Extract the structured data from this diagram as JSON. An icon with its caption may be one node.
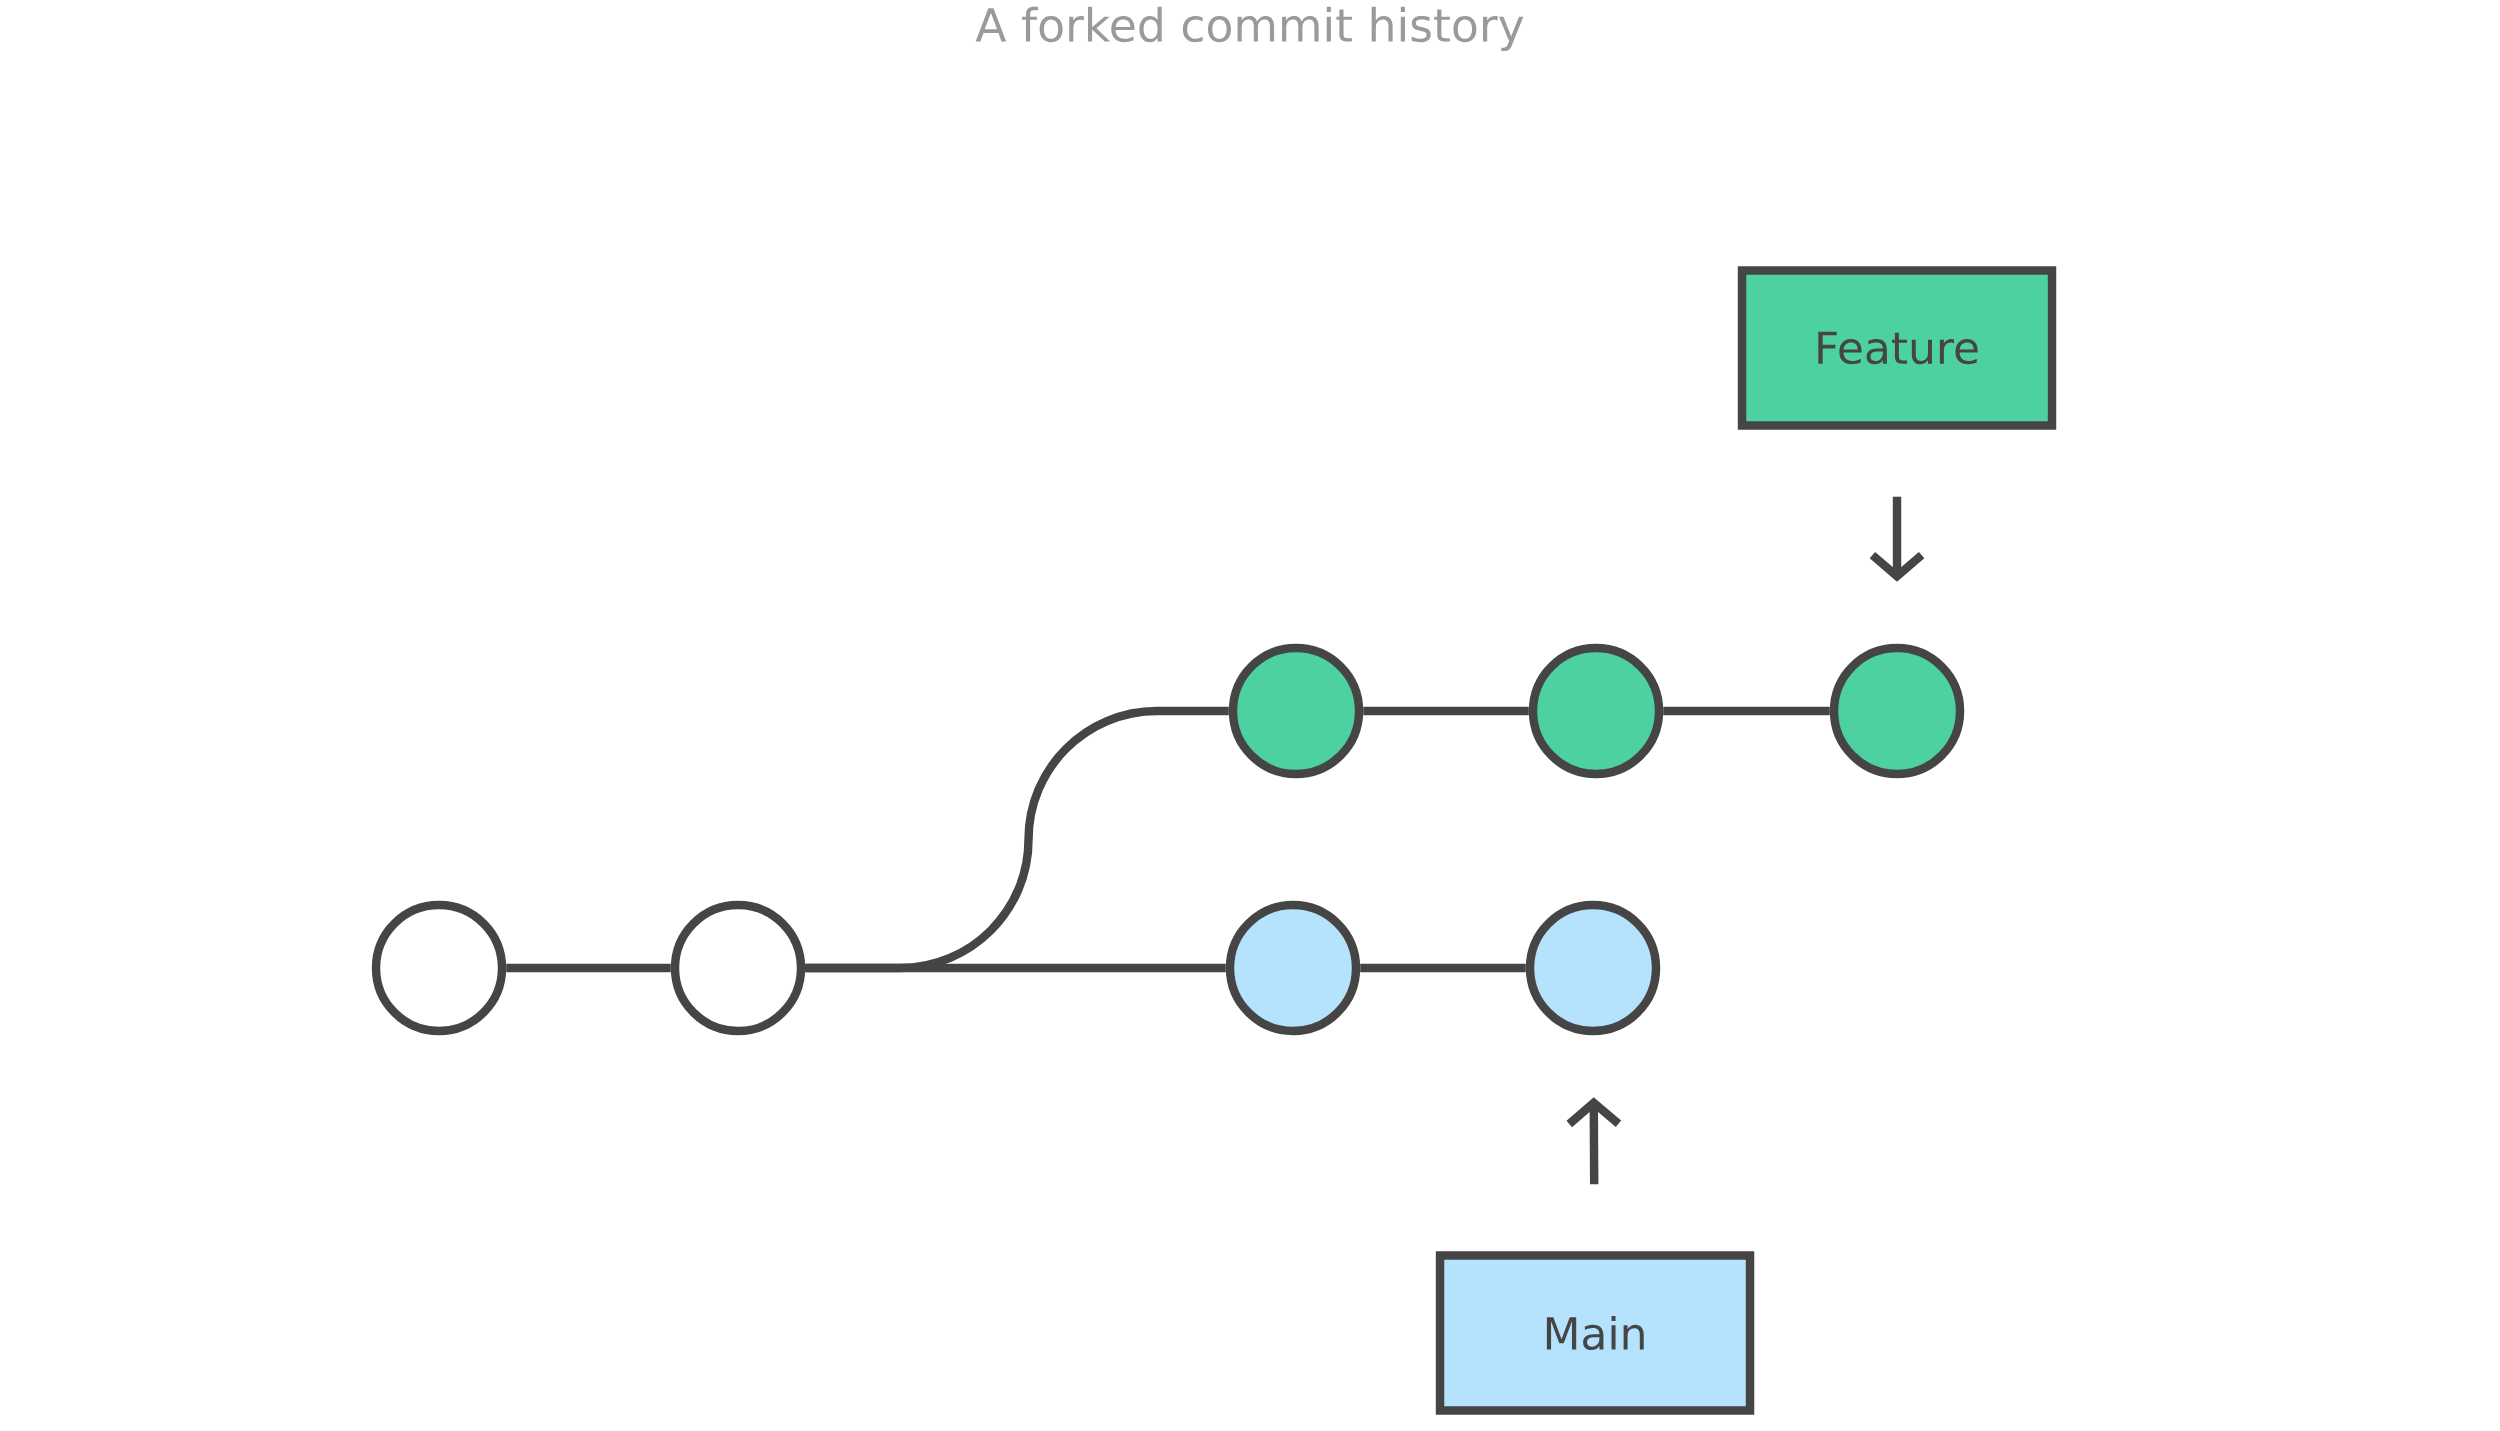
{
  "diagram": {
    "title": "A forked commit history",
    "nodes": [
      {
        "text": [
          "Feature"
        ]
      },
      {
        "text": [],
        "shape": "circle"
      },
      {
        "text": [],
        "shape": "circle"
      },
      {
        "text": [],
        "shape": "circle"
      },
      {
        "text": [],
        "shape": "circle"
      },
      {
        "text": [],
        "shape": "circle"
      },
      {
        "text": [],
        "shape": "circle"
      },
      {
        "text": [],
        "shape": "circle"
      },
      {
        "text": [
          "Main"
        ]
      }
    ],
    "edges": [
      {
        "from": 1,
        "to": 2,
        "arrow": "none"
      },
      {
        "from": 2,
        "to": 3,
        "arrow": "none"
      },
      {
        "from": 3,
        "to": 4,
        "arrow": "none"
      },
      {
        "from": 4,
        "to": 5,
        "arrow": "none"
      },
      {
        "from": 2,
        "to": 6,
        "arrow": "none"
      },
      {
        "from": 6,
        "to": 7,
        "arrow": "none"
      },
      {
        "from": 0,
        "to": 5,
        "arrow": "to"
      },
      {
        "from": 8,
        "to": 7,
        "arrow": "to"
      }
    ]
  }
}
